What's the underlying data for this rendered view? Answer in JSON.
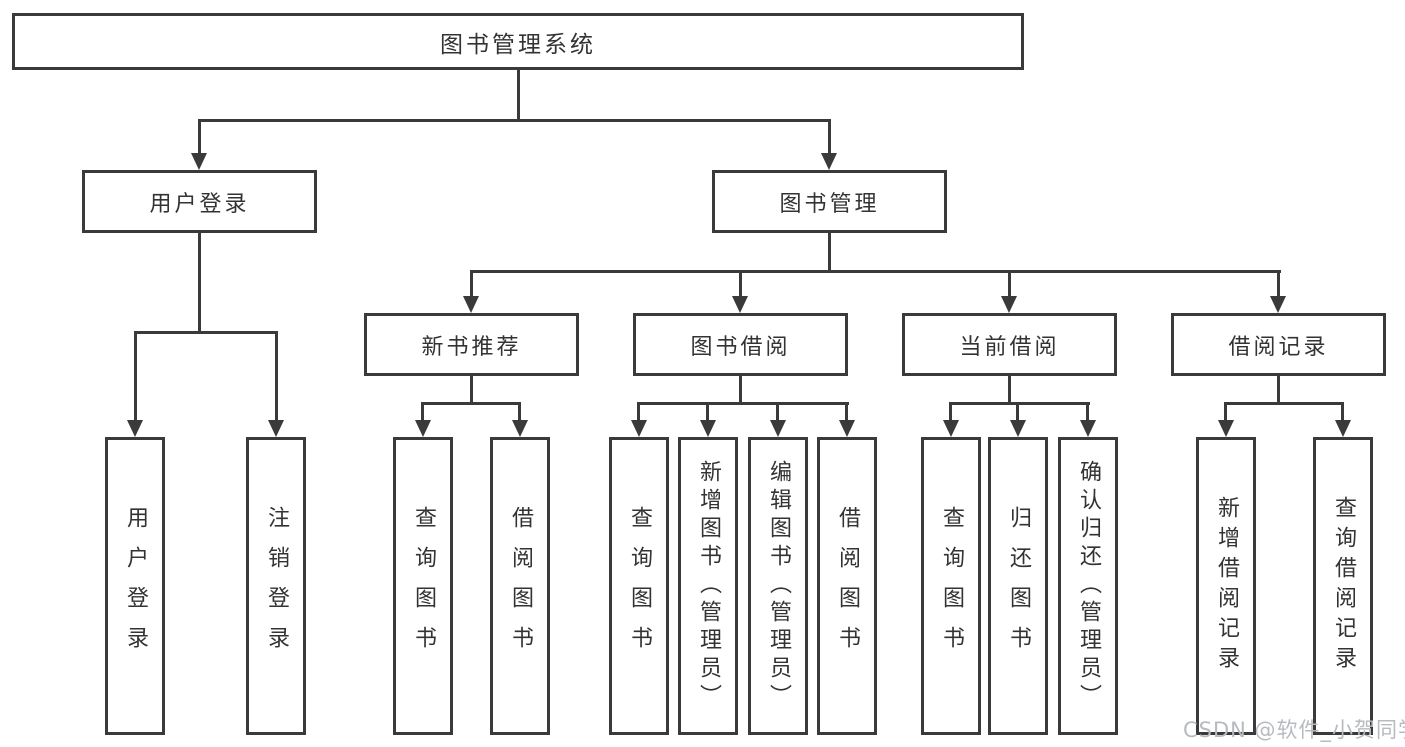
{
  "tree": {
    "root": "图书管理系统",
    "children": [
      {
        "label": "用户登录",
        "children": [
          {
            "label": "用户登录"
          },
          {
            "label": "注销登录"
          }
        ]
      },
      {
        "label": "图书管理",
        "children": [
          {
            "label": "新书推荐",
            "children": [
              {
                "label": "查询图书"
              },
              {
                "label": "借阅图书"
              }
            ]
          },
          {
            "label": "图书借阅",
            "children": [
              {
                "label": "查询图书"
              },
              {
                "label": "新增图书（管理员）"
              },
              {
                "label": "编辑图书（管理员）"
              },
              {
                "label": "借阅图书"
              }
            ]
          },
          {
            "label": "当前借阅",
            "children": [
              {
                "label": "查询图书"
              },
              {
                "label": "归还图书"
              },
              {
                "label": "确认归还（管理员）"
              }
            ]
          },
          {
            "label": "借阅记录",
            "children": [
              {
                "label": "新增借阅记录"
              },
              {
                "label": "查询借阅记录"
              }
            ]
          }
        ]
      }
    ]
  },
  "watermark": "CSDN @软件_小贺同学",
  "colors": {
    "line": "#3a3a3a",
    "text": "#333333",
    "watermark": "#b7bbc0",
    "background": "#ffffff"
  }
}
